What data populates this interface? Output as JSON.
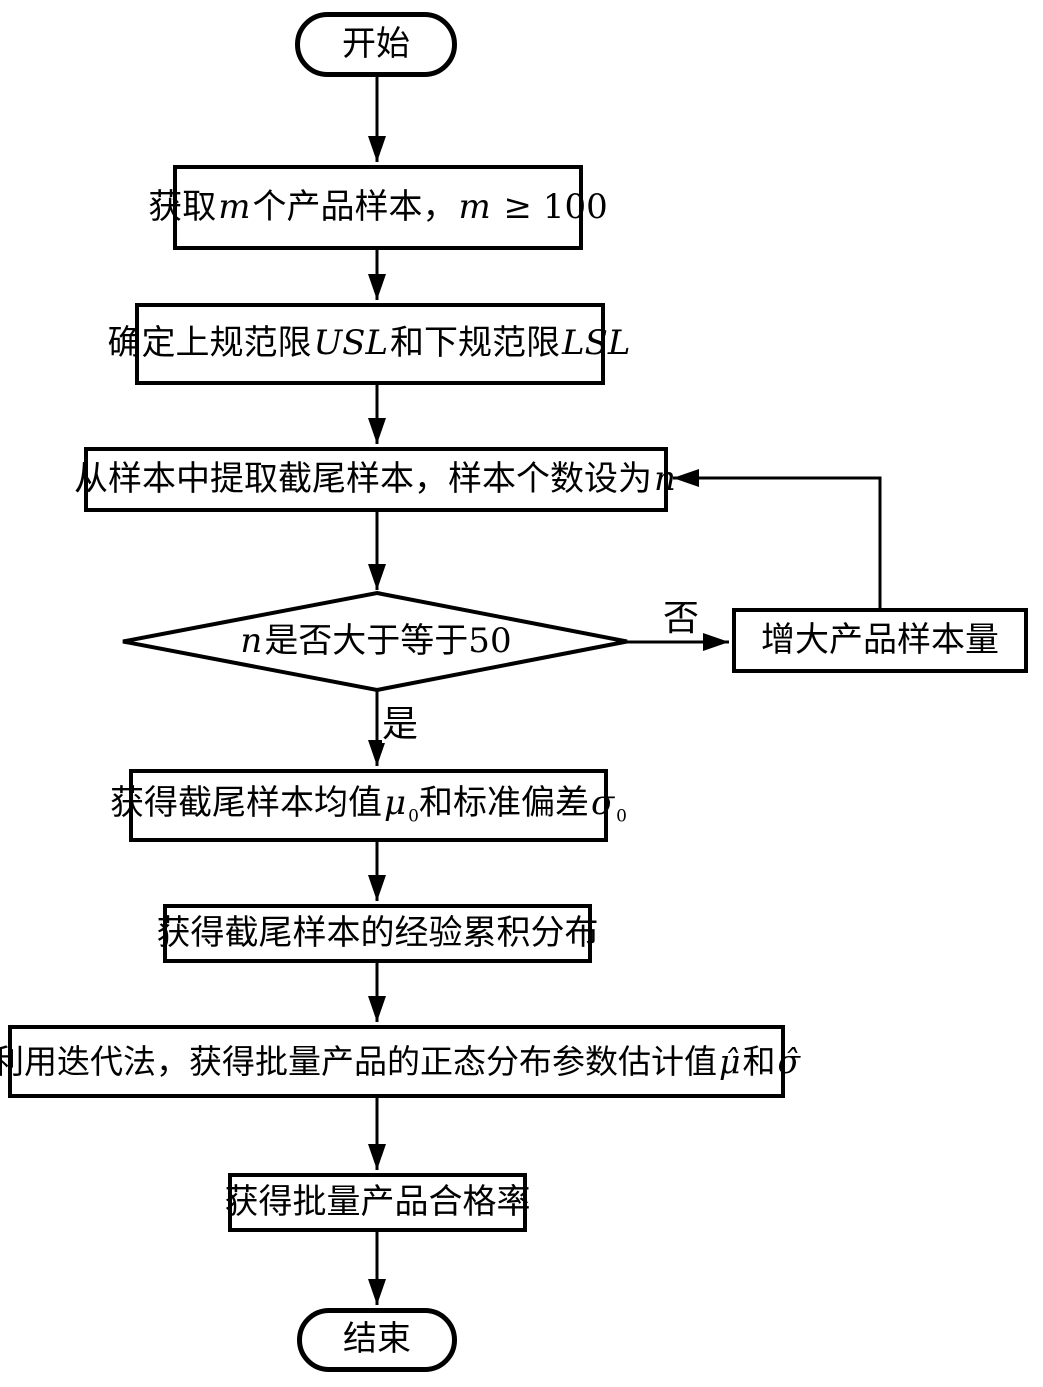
{
  "diagram": {
    "type": "flowchart",
    "colors": {
      "stroke": "#000000",
      "background": "#ffffff",
      "text": "#000000"
    },
    "nodes": {
      "start": {
        "label": "开始"
      },
      "get_samples": {
        "parts": [
          "获取",
          "m",
          "个产品样本，",
          "m",
          " ≥ 100"
        ]
      },
      "spec_limits": {
        "parts": [
          "确定上规范限",
          "USL",
          "和下规范限",
          "LSL"
        ]
      },
      "truncated_sample": {
        "parts": [
          "从样本中提取截尾样本，样本个数设为",
          "n"
        ]
      },
      "decision_n_ge_50": {
        "parts": [
          "n",
          "是否大于等于50"
        ]
      },
      "increase_sample": {
        "label": "增大产品样本量"
      },
      "mean_std": {
        "parts": [
          "获得截尾样本均值",
          "μ",
          "0",
          "和标准偏差",
          "σ",
          "0"
        ]
      },
      "ecdf": {
        "label": "获得截尾样本的经验累积分布"
      },
      "iterate": {
        "parts": [
          "利用迭代法，获得批量产品的正态分布参数估计值",
          "μ̂",
          "和",
          "σ̂"
        ]
      },
      "pass_rate": {
        "label": "获得批量产品合格率"
      },
      "end": {
        "label": "结束"
      }
    },
    "edge_labels": {
      "no": "否",
      "yes": "是"
    }
  }
}
